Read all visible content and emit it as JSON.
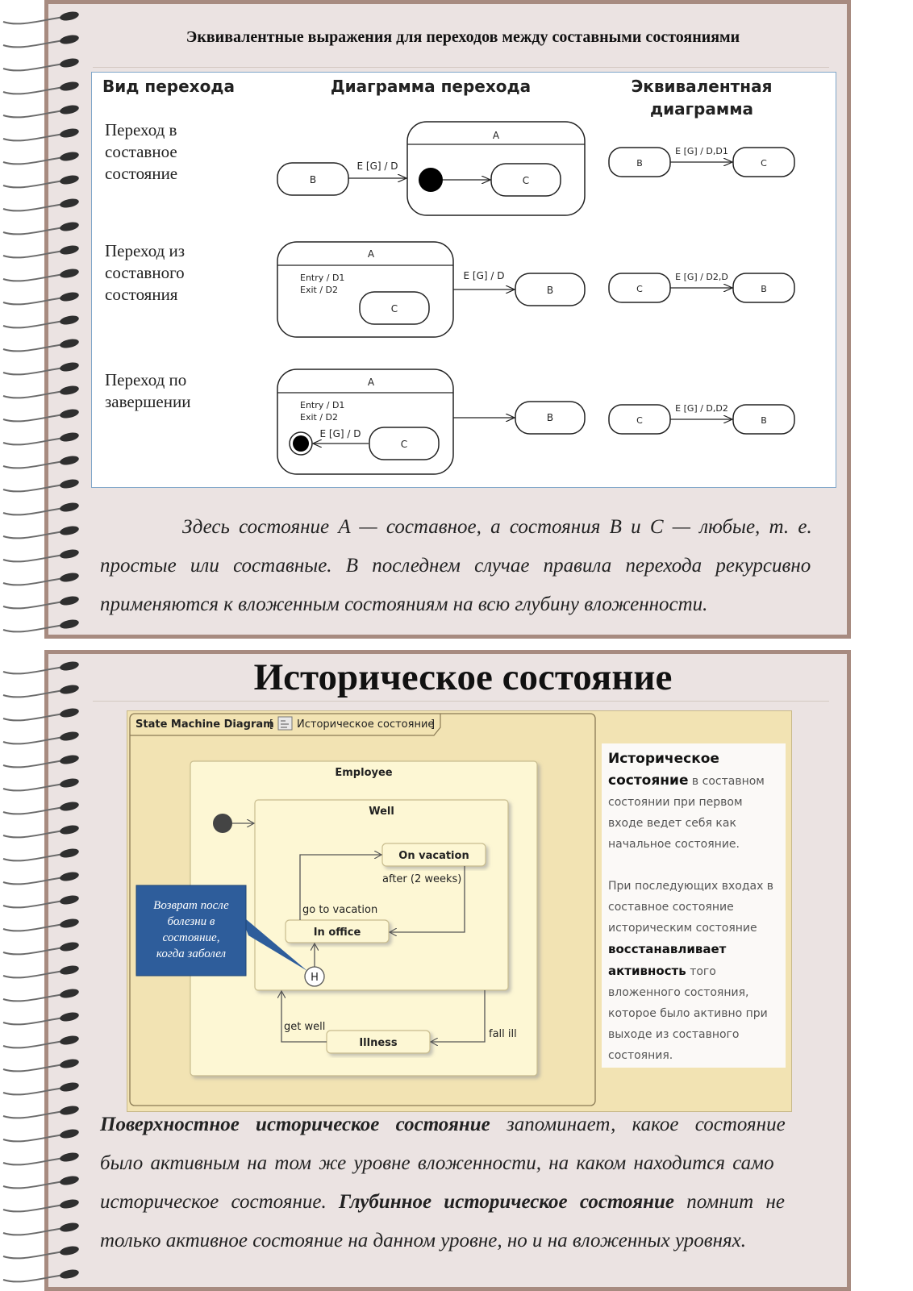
{
  "page1": {
    "title": "Эквивалентные выражения для переходов между составными состояниями",
    "headers": {
      "kind": "Вид перехода",
      "diagram": "Диаграмма перехода",
      "equivalent_l1": "Эквивалентная",
      "equivalent_l2": "диаграмма"
    },
    "rows": [
      {
        "kind_l1": "Переход в",
        "kind_l2": "составное",
        "kind_l3": "состояние",
        "composite": "A",
        "outer_state": "B",
        "inner_state": "C",
        "transition": "E [G] / D",
        "eq_from": "B",
        "eq_to": "C",
        "eq_label": "E [G] / D,D1"
      },
      {
        "kind_l1": "Переход из",
        "kind_l2": "составного",
        "kind_l3": "состояния",
        "composite": "A",
        "entry": "Entry / D1",
        "exit": "Exit / D2",
        "inner_state": "C",
        "outer_state": "B",
        "transition": "E [G] / D",
        "eq_from": "C",
        "eq_to": "B",
        "eq_label": "E [G] / D2,D"
      },
      {
        "kind_l1": "Переход по",
        "kind_l2": "завершении",
        "composite": "A",
        "entry": "Entry / D1",
        "exit": "Exit / D2",
        "inner_state": "C",
        "outer_state": "B",
        "transition": "E [G] / D",
        "eq_from": "C",
        "eq_to": "B",
        "eq_label": "E [G] / D,D2"
      }
    ],
    "paragraph": [
      "Здесь состояние A — составное, а состояния B и C — любые, т. е.",
      "простые или составные. В последнем случае правила перехода рекурсивно",
      "применяются к вложенным состояниям на всю глубину вложенности."
    ]
  },
  "page2": {
    "title": "Историческое состояние",
    "diagram": {
      "frame_label": "State Machine Diagram",
      "frame_bracket_open": "[",
      "frame_name": "Историческое состояние",
      "frame_bracket_close": "]",
      "employee": "Employee",
      "well": "Well",
      "on_vacation": "On vacation",
      "in_office": "In office",
      "illness": "Illness",
      "history": "H",
      "go_to_vacation": "go to vacation",
      "after": "after (2 weeks)",
      "get_well": "get well",
      "fall_ill": "fall ill",
      "callout": [
        "Возврат после",
        "болезни в",
        "состояние,",
        "когда заболел"
      ]
    },
    "side_text": {
      "p1_l1": "Историческое",
      "p1_l2_bold": "состояние",
      "p1_l2_rest": " в составном",
      "p1_l3": "состоянии при первом",
      "p1_l4": "входе ведет себя как",
      "p1_l5": "начальное состояние.",
      "p2_l1": "При последующих входах в",
      "p2_l2": "составное состояние",
      "p2_l3": "историческим состояние",
      "p2_l4": "восстанавливает",
      "p2_l5_bold": "активность",
      "p2_l5_rest": " того",
      "p2_l6": "вложенного состояния,",
      "p2_l7": "которое было активно при",
      "p2_l8": "выходе из составного",
      "p2_l9": "состояния."
    },
    "paragraph": {
      "l1_b1": "Поверхностное историческое состояние",
      "l1_rest": " запоминает, какое состояние",
      "l2": "было активным на том же уровне вложенности, на каком находится само",
      "l3_start": "историческое состояние. ",
      "l3_b": "Глубинное историческое состояние",
      "l3_rest": " помнит не",
      "l4": "только активное состояние на данном уровне, но и на вложенных уровнях."
    }
  },
  "colors": {
    "card_bg": "#ebe3e2",
    "card_border": "#a78b80",
    "diagram_bg": "#f2e3b3",
    "state_fill": "#fdf7d4",
    "callout_blue": "#2e5d9b"
  }
}
